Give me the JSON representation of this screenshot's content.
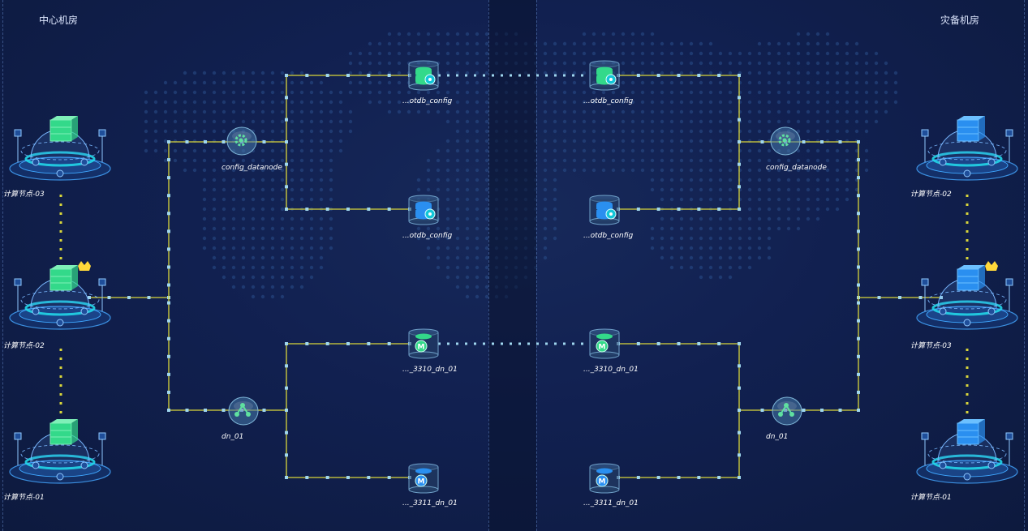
{
  "rooms": {
    "left_title": "中心机房",
    "right_title": "灾备机房"
  },
  "left": {
    "compute_nodes": [
      {
        "label": "计算节点-03",
        "color": "green",
        "crown": false
      },
      {
        "label": "计算节点-02",
        "color": "green",
        "crown": true
      },
      {
        "label": "计算节点-01",
        "color": "green",
        "crown": false
      }
    ],
    "config_datanode": "config_datanode",
    "config_dbs": [
      "...otdb_config",
      "...otdb_config"
    ],
    "dn_node": "dn_01",
    "dn_dbs": [
      "..._3310_dn_01",
      "..._3311_dn_01"
    ]
  },
  "right": {
    "compute_nodes": [
      {
        "label": "计算节点-02",
        "color": "blue",
        "crown": false
      },
      {
        "label": "计算节点-03",
        "color": "blue",
        "crown": true
      },
      {
        "label": "计算节点-01",
        "color": "blue",
        "crown": false
      }
    ],
    "config_datanode": "config_datanode",
    "config_dbs": [
      "...otdb_config",
      "...otdb_config"
    ],
    "dn_node": "dn_01",
    "dn_dbs": [
      "..._3310_dn_01",
      "..._3311_dn_01"
    ]
  },
  "colors": {
    "wire": "#d9d63a",
    "wire_dot": "#9fd6ee",
    "green": "#33d98a",
    "blue": "#2a8ff0",
    "accent": "#22d6e8"
  }
}
